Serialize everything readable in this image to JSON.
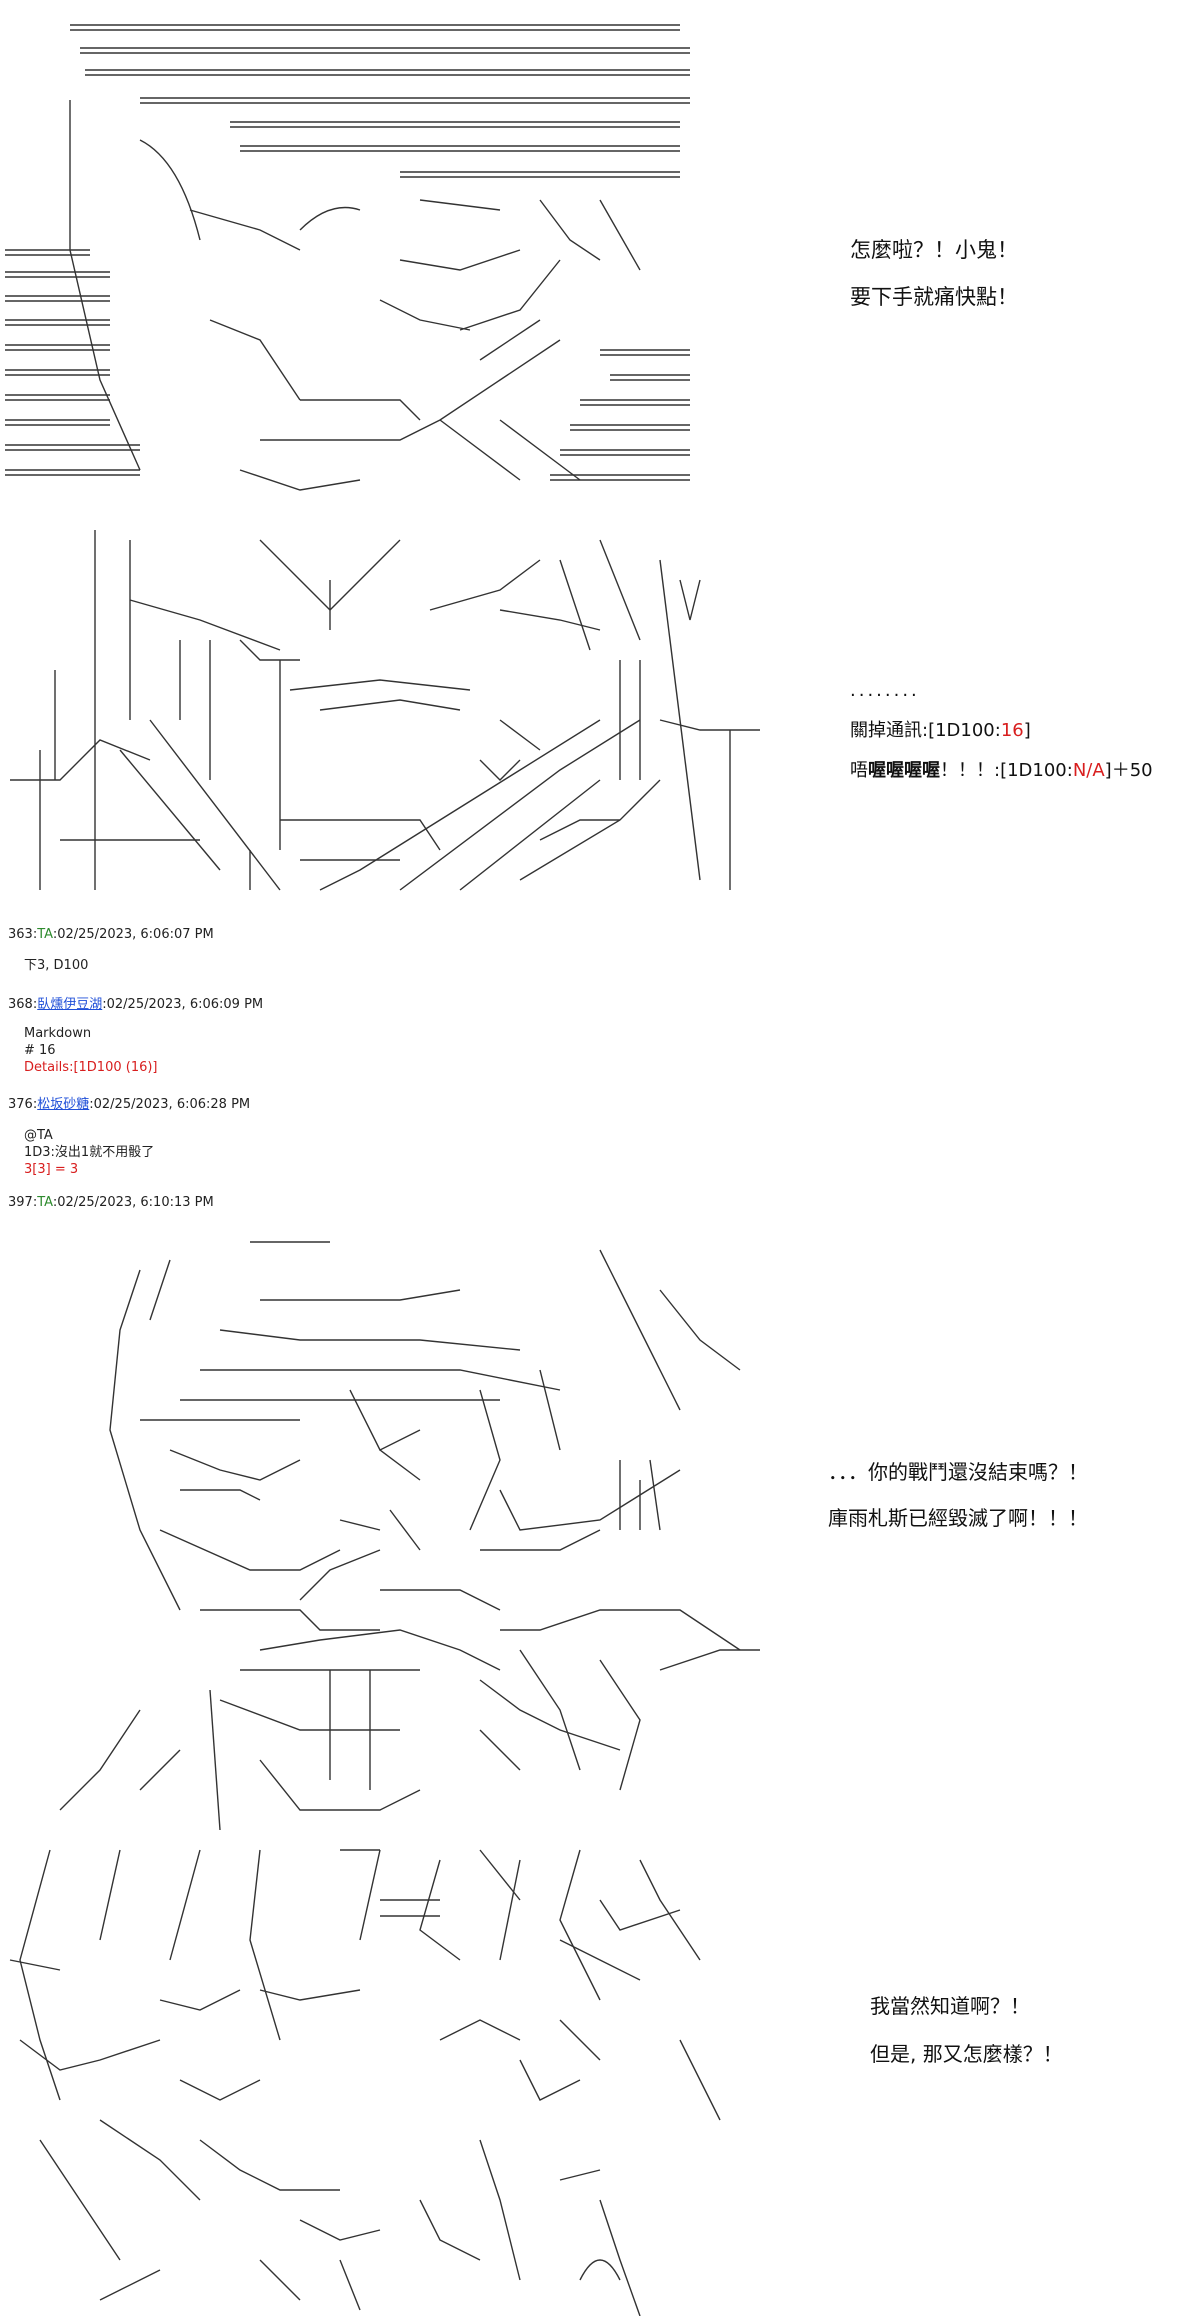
{
  "panel1": {
    "dialog": [
      "怎麼啦？！小鬼！",
      "要下手就痛快點！"
    ]
  },
  "panel2": {
    "dialog_line1": "........",
    "dialog_line2_prefix": "關掉通訊:[1D100:",
    "dialog_line2_value": "16",
    "dialog_line2_suffix": "]",
    "dialog_line3_prefix": "唔",
    "dialog_line3_bold": "喔喔喔喔",
    "dialog_line3_mid": "！！！:[1D100:",
    "dialog_line3_value": "N/A",
    "dialog_line3_suffix": "]＋50"
  },
  "posts": [
    {
      "number": "363",
      "name": "TA",
      "timestamp": "02/25/2023, 6:06:07 PM",
      "body": [
        "下3, D100"
      ]
    },
    {
      "number": "368",
      "name": "臥燻伊豆湖",
      "timestamp": "02/25/2023, 6:06:09 PM",
      "body": [
        "Markdown",
        "# 16"
      ],
      "dice": "Details:[1D100 (16)]"
    },
    {
      "number": "376",
      "name": "松坂砂糖",
      "timestamp": "02/25/2023, 6:06:28 PM",
      "body": [
        "@TA",
        "1D3:沒出1就不用骰了"
      ],
      "dice": "3[3] = 3"
    },
    {
      "number": "397",
      "name": "TA",
      "timestamp": "02/25/2023, 6:10:13 PM",
      "body": []
    }
  ],
  "panel3": {
    "dialog": [
      "．．．你的戰鬥還沒結束嗎？！",
      "庫雨札斯已經毀滅了啊！！！"
    ]
  },
  "panel4": {
    "dialog": [
      "我當然知道啊？！",
      "但是, 那又怎麼樣？！"
    ]
  },
  "colors": {
    "text": "#222222",
    "dice_red": "#d81e1e",
    "name_green": "#2e8b2e",
    "name_link": "#1f4fd8",
    "lineart": "#333333"
  }
}
